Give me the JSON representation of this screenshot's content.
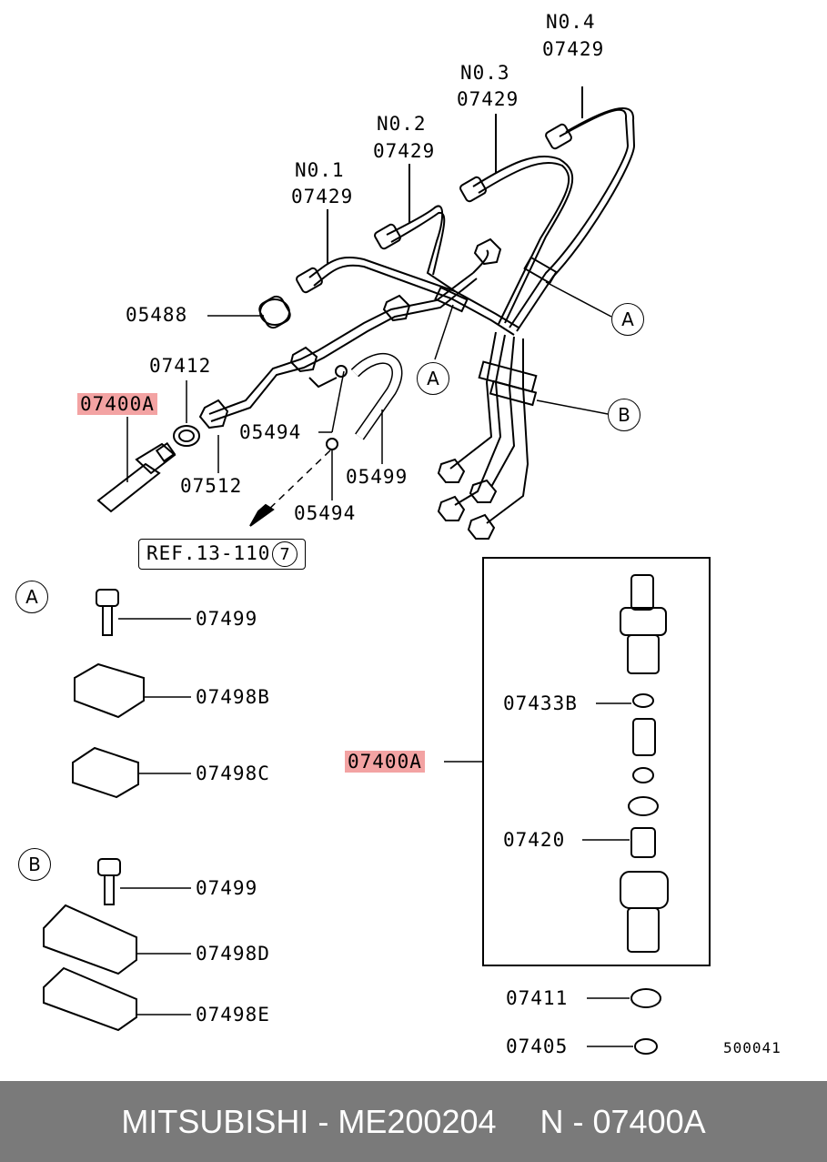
{
  "labels": {
    "no1": "N0.1",
    "no1_code": "07429",
    "no2": "N0.2",
    "no2_code": "07429",
    "no3": "N0.3",
    "no3_code": "07429",
    "no4": "N0.4",
    "no4_code": "07429",
    "p05488": "05488",
    "p07412": "07412",
    "p07400a_top": "07400A",
    "p05494_a": "05494",
    "p07512": "07512",
    "p05499": "05499",
    "p05494_b": "05494",
    "ref_text": "REF.13-110",
    "ref_num": "7",
    "callout_a1": "A",
    "callout_a2": "A",
    "callout_b1": "B",
    "sec_a": "A",
    "sec_b": "B",
    "a_07499": "07499",
    "a_07498b": "07498B",
    "a_07498c": "07498C",
    "b_07499": "07499",
    "b_07498d": "07498D",
    "b_07498e": "07498E",
    "k_07433b": "07433B",
    "k_07400a": "07400A",
    "k_07420": "07420",
    "p07411": "07411",
    "p07405": "07405",
    "diagram_code": "500041"
  },
  "colors": {
    "highlight": "#f3a3a3",
    "footer_bg": "#7a7a7a",
    "footer_text": "#ffffff"
  },
  "footer": {
    "brand_part": "MITSUBISHI - ME200204",
    "ref_part": "N - 07400A"
  }
}
